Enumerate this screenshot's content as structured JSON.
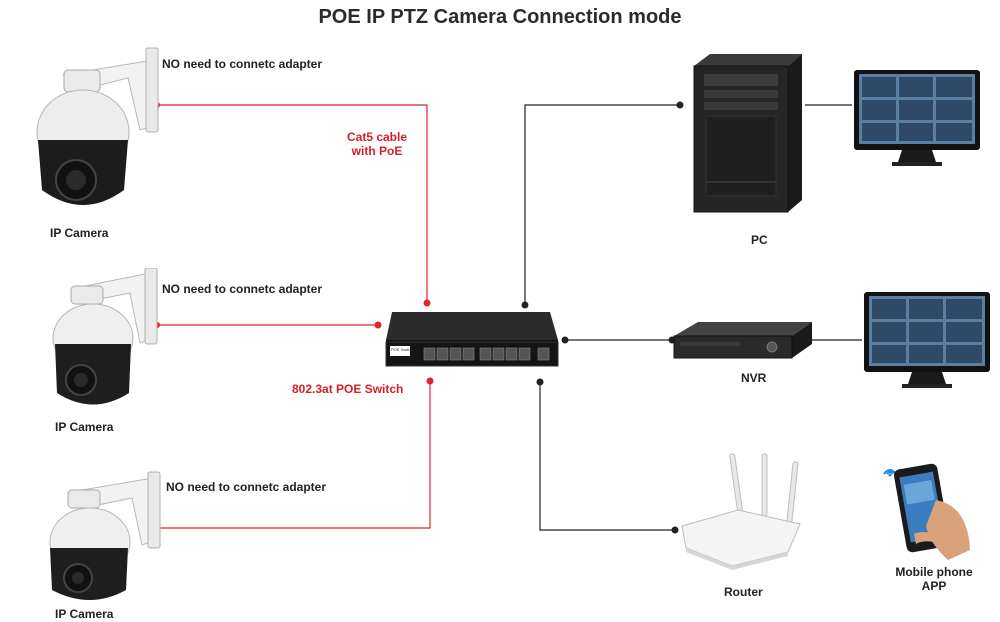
{
  "title": "POE IP PTZ Camera Connection mode",
  "cameras": [
    {
      "label": "IP Camera",
      "note": "NO need to connetc adapter"
    },
    {
      "label": "IP Camera",
      "note": "NO need to connetc adapter"
    },
    {
      "label": "IP Camera",
      "note": "NO need to connetc adapter"
    }
  ],
  "cable_label_line1": "Cat5 cable",
  "cable_label_line2": "with PoE",
  "switch_label": "802.3at POE Switch",
  "switch_badge": "POE Switch",
  "pc_label": "PC",
  "nvr_label": "NVR",
  "router_label": "Router",
  "mobile_label_line1": "Mobile phone",
  "mobile_label_line2": "APP",
  "colors": {
    "poe_wire": "#e0242c",
    "data_wire": "#222222",
    "title": "#2b2b2b"
  }
}
